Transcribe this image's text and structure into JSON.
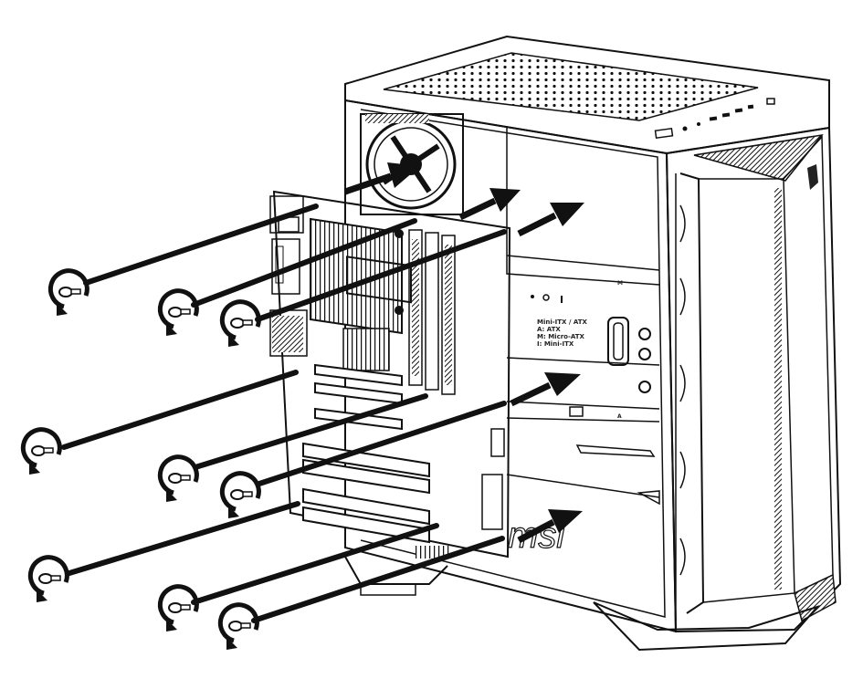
{
  "diagram": {
    "brand_logo": "msi",
    "standoff_labels": {
      "line1": "Mini-ITX / ATX",
      "line2": "A: ATX",
      "line3": "M: Micro-ATX",
      "line4": "I: Mini-ITX"
    },
    "port_labels": [
      "M",
      "A"
    ]
  }
}
